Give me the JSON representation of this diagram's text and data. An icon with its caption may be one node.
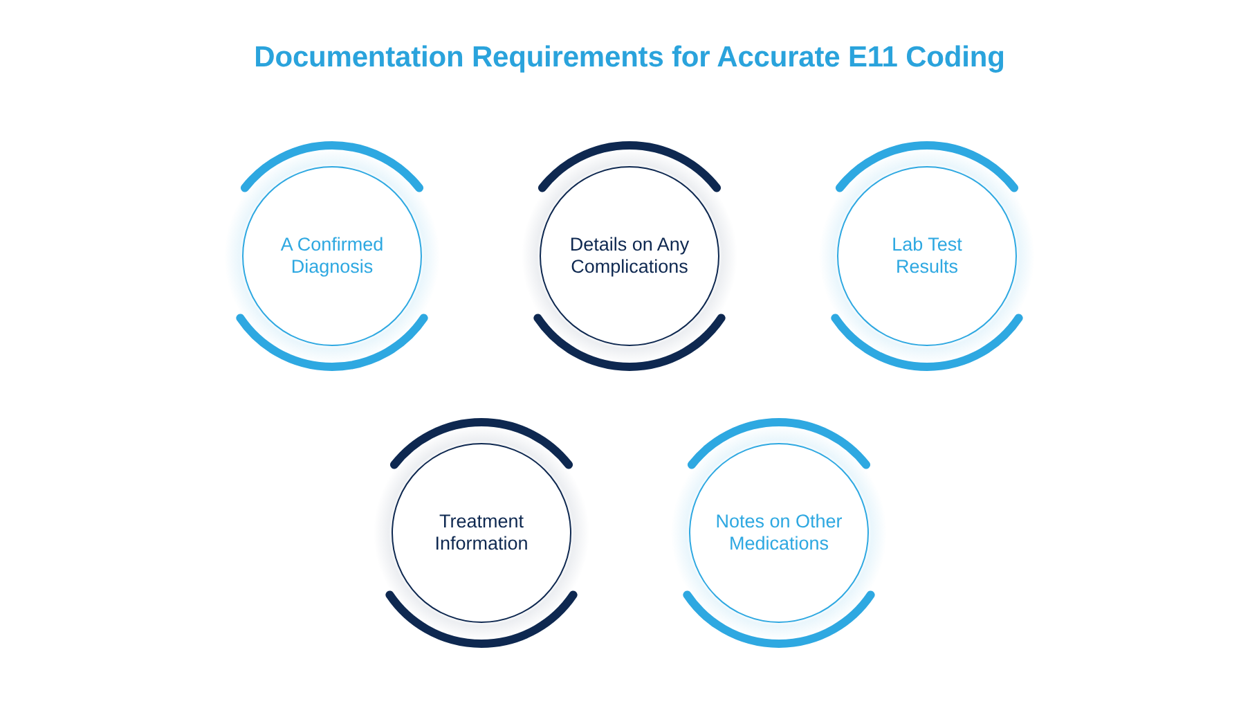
{
  "diagram": {
    "title": "Documentation Requirements for Accurate E11 Coding",
    "nodes": [
      {
        "text": [
          "A Confirmed Diagnosis"
        ]
      },
      {
        "text": [
          "Details on Any Complications"
        ]
      },
      {
        "text": [
          "Lab Test Results"
        ]
      },
      {
        "text": [
          "Treatment Information"
        ]
      },
      {
        "text": [
          "Notes on Other Medications"
        ]
      }
    ]
  }
}
